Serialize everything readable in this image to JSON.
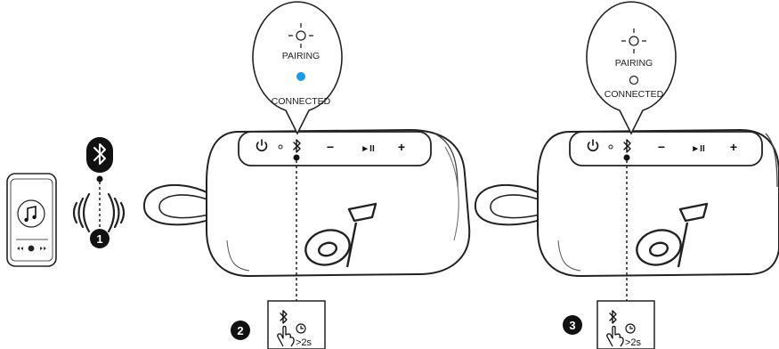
{
  "step1": {
    "number": "1"
  },
  "step2": {
    "number": "2",
    "callout": {
      "pairing_label": "PAIRING",
      "connected_label": "CONNECTED",
      "indicator_state": "connected",
      "indicator_color": "#1a9be6"
    },
    "buttons": {
      "minus": "−",
      "play_pause": "►II",
      "plus": "+"
    },
    "hold_duration": ">2s"
  },
  "step3": {
    "number": "3",
    "callout": {
      "pairing_label": "PAIRING",
      "connected_label": "CONNECTED",
      "indicator_state": "off"
    },
    "buttons": {
      "minus": "−",
      "play_pause": "►II",
      "plus": "+"
    },
    "hold_duration": ">2s"
  },
  "colors": {
    "line": "#222222",
    "badge": "#111111",
    "led_blue": "#1a9be6"
  },
  "icons": [
    "smartphone-icon",
    "music-note-icon",
    "bluetooth-icon",
    "signal-waves-icon",
    "power-icon",
    "hand-press-icon",
    "clock-icon",
    "brand-logo-icon",
    "light-ring-icon"
  ]
}
